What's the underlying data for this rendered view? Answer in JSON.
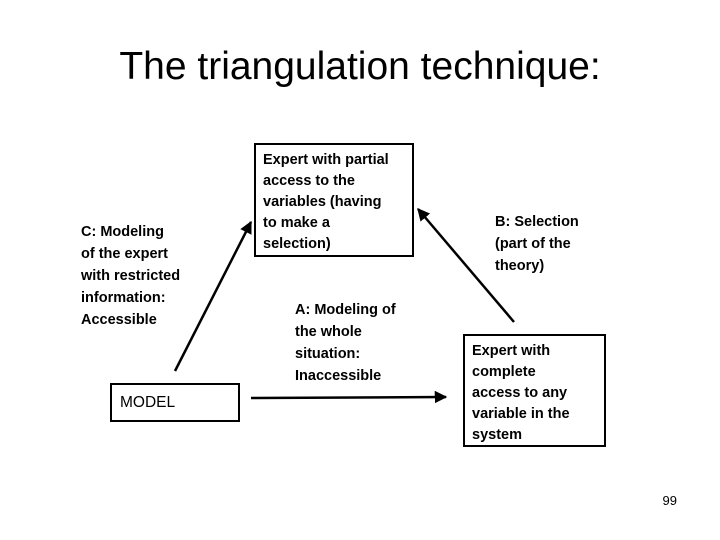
{
  "slide": {
    "title": "The triangulation technique:",
    "page_number": "99"
  },
  "nodes": {
    "expert_partial": {
      "text": "Expert with partial\naccess to the\nvariables (having\nto make a\nselection)"
    },
    "model": {
      "text": "MODEL"
    },
    "expert_complete": {
      "text": "Expert with\ncomplete\naccess to any\nvariable in the\nsystem"
    }
  },
  "labels": {
    "c": {
      "text": "C: Modeling\nof the expert\nwith restricted\ninformation:\nAccessible"
    },
    "a": {
      "text": "A: Modeling of\nthe whole\nsituation:\nInaccessible"
    },
    "b": {
      "text": "B: Selection\n(part of the\ntheory)"
    }
  },
  "arrows": [
    {
      "name": "arrow-c-model-to-expert-partial",
      "from": "model",
      "to": "expert_partial"
    },
    {
      "name": "arrow-a-model-to-expert-complete",
      "from": "model",
      "to": "expert_complete"
    },
    {
      "name": "arrow-b-expert-complete-to-expert-partial",
      "from": "expert_complete",
      "to": "expert_partial"
    }
  ],
  "colors": {
    "text": "#000000",
    "background": "#ffffff",
    "border": "#000000",
    "arrow": "#000000"
  }
}
